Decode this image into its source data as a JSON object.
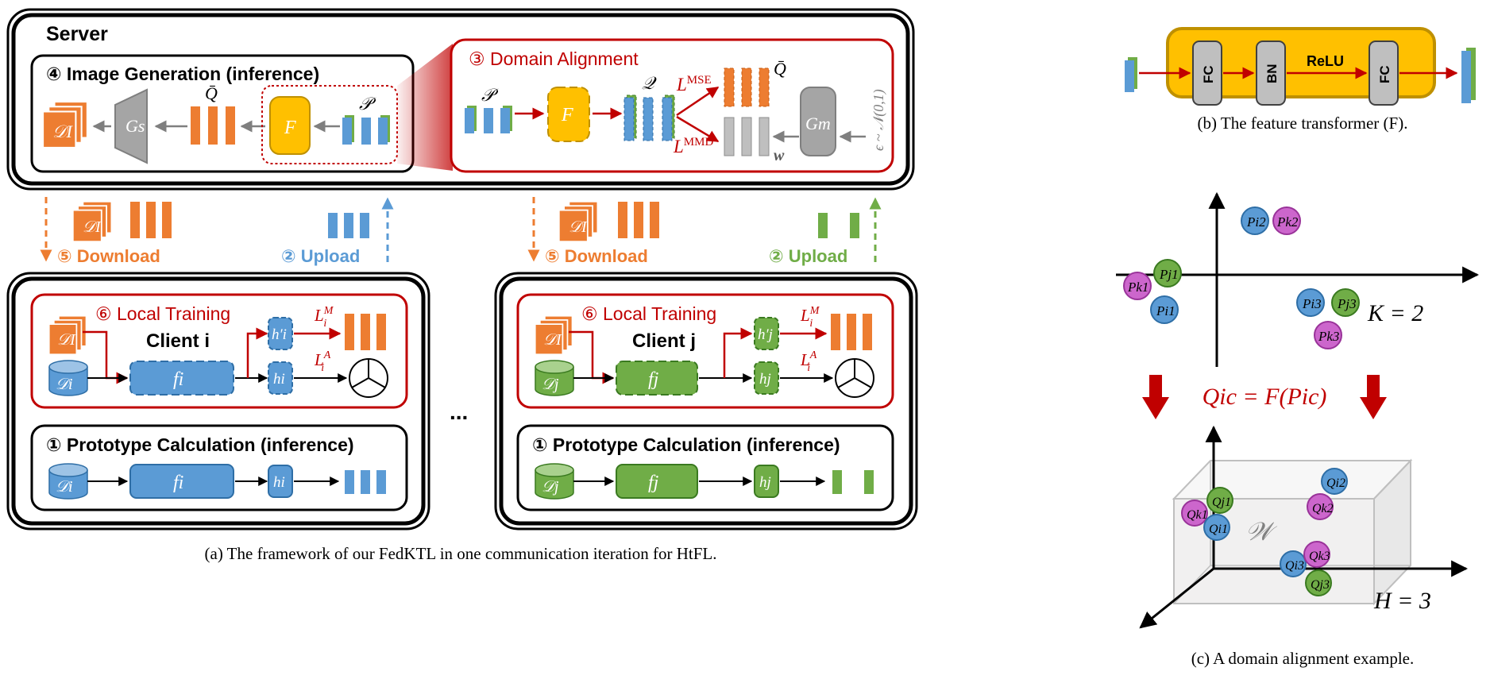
{
  "colors": {
    "orange": "#ED7D31",
    "blue": "#5B9BD5",
    "green": "#70AD47",
    "gray": "#BFBFBF",
    "gold": "#FFC000",
    "red": "#C00000"
  },
  "server": {
    "title": "Server",
    "image_generation": "④ Image Generation (inference)",
    "domain_alignment": "③ Domain Alignment",
    "D_I": "𝒟I",
    "G_s": "Gs",
    "G_m": "Gm",
    "F": "F",
    "Q_bar": "Q̄",
    "P": "𝒫",
    "Q": "𝒬",
    "L_mse": "LMSE",
    "L_mmd": "LMMD",
    "w": "w",
    "eps": "ϵ ~ 𝒩(0,1)"
  },
  "transfer": {
    "download": "⑤ Download",
    "upload": "② Upload"
  },
  "clients": [
    {
      "local_training": "⑥ Local Training",
      "client": "Client i",
      "D": "𝒟i",
      "f": "fi",
      "h_prime": "h′i",
      "h": "hi",
      "L_M": "LiM",
      "L_A": "LiA",
      "prototype": "① Prototype Calculation (inference)"
    },
    {
      "local_training": "⑥ Local Training",
      "client": "Client j",
      "D": "𝒟j",
      "f": "fj",
      "h_prime": "h′j",
      "h": "hj",
      "L_M": "LiM",
      "L_A": "LiA",
      "prototype": "① Prototype Calculation (inference)"
    }
  ],
  "ellipsis": "...",
  "transformer": {
    "fc1": "FC",
    "bn": "BN",
    "relu": "ReLU",
    "fc2": "FC"
  },
  "captions": {
    "a": "(a) The framework of our FedKTL in one communication iteration for HtFL.",
    "b": "(b) The feature transformer (F).",
    "c": "(c) A domain alignment example."
  },
  "alignment_example": {
    "K": "K = 2",
    "H": "H = 3",
    "formula": "Qic = F(Pic)",
    "W": "𝒲",
    "P_points": [
      "Pi2",
      "Pk2",
      "Pk1",
      "Pj1",
      "Pi1",
      "Pi3",
      "Pj3",
      "Pk3"
    ],
    "Q_points": [
      "Qj1",
      "Qk1",
      "Qi1",
      "Qi2",
      "Qk2",
      "Qi3",
      "Qk3",
      "Qj3"
    ]
  }
}
